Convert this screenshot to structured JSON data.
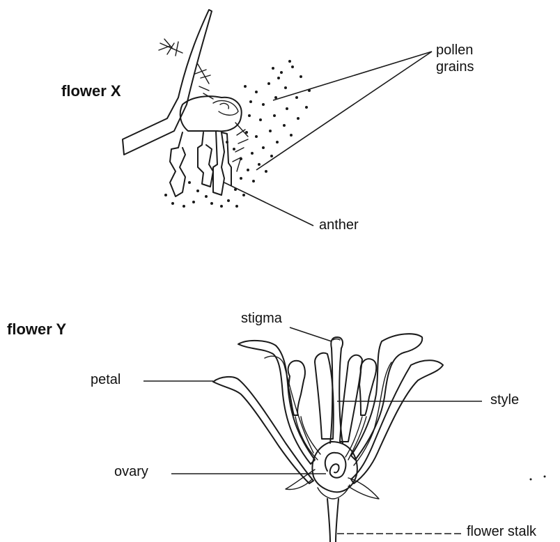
{
  "flower_x": {
    "title": "flower X",
    "labels": {
      "pollen": "pollen\ngrains",
      "anther": "anther"
    }
  },
  "flower_y": {
    "title": "flower Y",
    "labels": {
      "stigma": "stigma",
      "petal": "petal",
      "style": "style",
      "ovary": "ovary",
      "stalk": "flower stalk"
    }
  }
}
